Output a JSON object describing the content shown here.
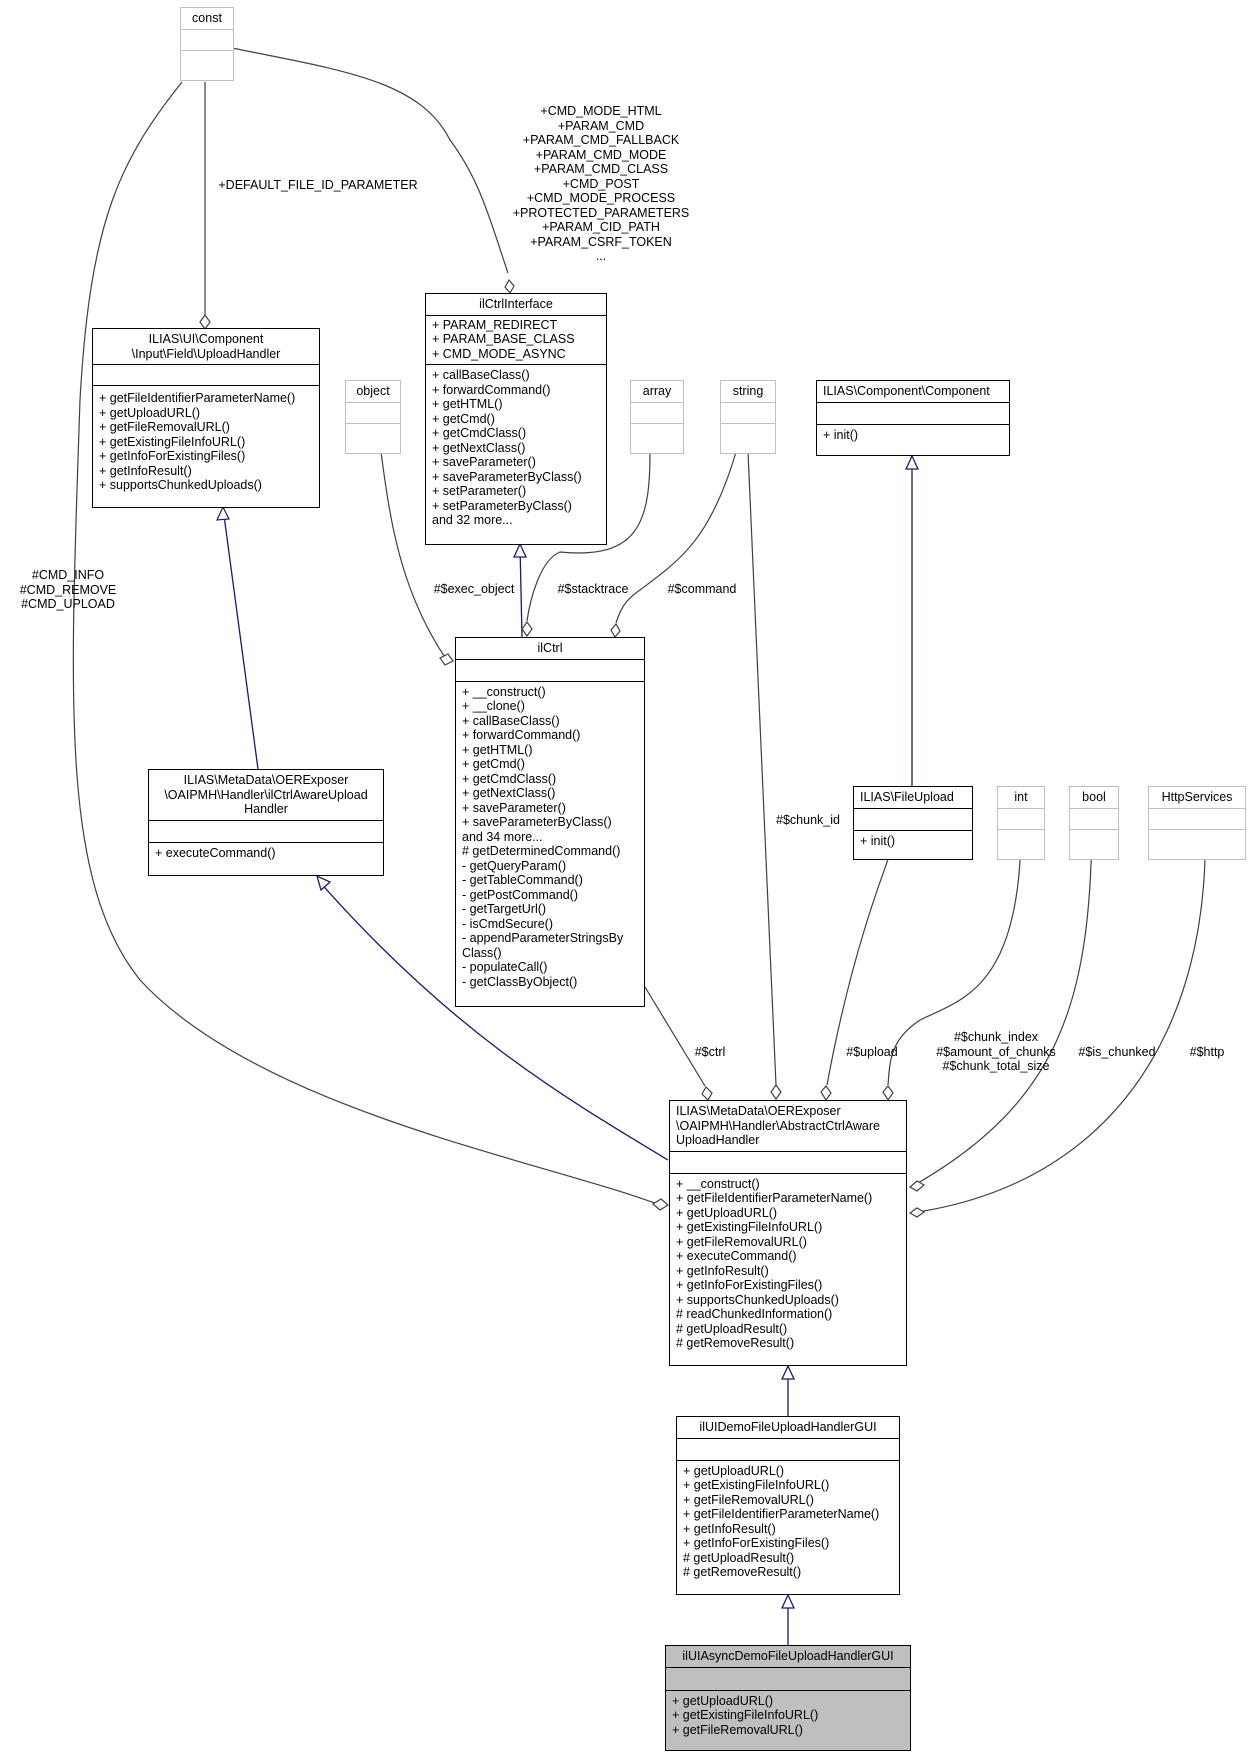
{
  "diagram": {
    "classes": [
      {
        "id": "const",
        "name": "const",
        "primitive": true,
        "attributes": [],
        "methods": []
      },
      {
        "id": "uploadhandler",
        "name": "ILIAS\\UI\\Component\n\\Input\\Field\\UploadHandler",
        "attributes": [],
        "methods": [
          "+ getFileIdentifierParameterName()",
          "+ getUploadURL()",
          "+ getFileRemovalURL()",
          "+ getExistingFileInfoURL()",
          "+ getInfoForExistingFiles()",
          "+ getInfoResult()",
          "+ supportsChunkedUploads()"
        ]
      },
      {
        "id": "ilctrlinterface",
        "name": "ilCtrlInterface",
        "attributes": [
          "+ PARAM_REDIRECT",
          "+ PARAM_BASE_CLASS",
          "+ CMD_MODE_ASYNC"
        ],
        "methods": [
          "+ callBaseClass()",
          "+ forwardCommand()",
          "+ getHTML()",
          "+ getCmd()",
          "+ getCmdClass()",
          "+ getNextClass()",
          "+ saveParameter()",
          "+ saveParameterByClass()",
          "+ setParameter()",
          "+ setParameterByClass()",
          "and 32 more..."
        ]
      },
      {
        "id": "object",
        "name": "object",
        "primitive": true,
        "attributes": [],
        "methods": []
      },
      {
        "id": "array",
        "name": "array",
        "primitive": true,
        "attributes": [],
        "methods": []
      },
      {
        "id": "string",
        "name": "string",
        "primitive": true,
        "attributes": [],
        "methods": []
      },
      {
        "id": "component",
        "name": "ILIAS\\Component\\Component",
        "attributes": [],
        "methods": [
          "+ init()"
        ]
      },
      {
        "id": "ilctrl",
        "name": "ilCtrl",
        "attributes": [],
        "methods": [
          "+ __construct()",
          "+ __clone()",
          "+ callBaseClass()",
          "+ forwardCommand()",
          "+ getHTML()",
          "+ getCmd()",
          "+ getCmdClass()",
          "+ getNextClass()",
          "+ saveParameter()",
          "+ saveParameterByClass()",
          "and 34 more...",
          "# getDeterminedCommand()",
          "- getQueryParam()",
          "- getTableCommand()",
          "- getPostCommand()",
          "- getTargetUrl()",
          "- isCmdSecure()",
          "- appendParameterStringsBy\nClass()",
          "- populateCall()",
          "- getClassByObject()"
        ]
      },
      {
        "id": "ctrlawareupload",
        "name": "ILIAS\\MetaData\\OERExposer\n\\OAIPMH\\Handler\\ilCtrlAwareUpload\nHandler",
        "center": true,
        "attributes": [],
        "methods": [
          "+ executeCommand()"
        ]
      },
      {
        "id": "fileupload",
        "name": "ILIAS\\FileUpload",
        "attributes": [],
        "methods": [
          "+ init()"
        ]
      },
      {
        "id": "int",
        "name": "int",
        "primitive": true,
        "attributes": [],
        "methods": []
      },
      {
        "id": "bool",
        "name": "bool",
        "primitive": true,
        "attributes": [],
        "methods": []
      },
      {
        "id": "httpservices",
        "name": "HttpServices",
        "primitive": true,
        "attributes": [],
        "methods": []
      },
      {
        "id": "abstract",
        "name": "ILIAS\\MetaData\\OERExposer\n\\OAIPMH\\Handler\\AbstractCtrlAware\nUploadHandler",
        "center": true,
        "attributes": [],
        "methods": [
          "+ __construct()",
          "+ getFileIdentifierParameterName()",
          "+ getUploadURL()",
          "+ getExistingFileInfoURL()",
          "+ getFileRemovalURL()",
          "+ executeCommand()",
          "+ getInfoResult()",
          "+ getInfoForExistingFiles()",
          "+ supportsChunkedUploads()",
          "# readChunkedInformation()",
          "# getUploadResult()",
          "# getRemoveResult()"
        ]
      },
      {
        "id": "demo",
        "name": "ilUIDemoFileUploadHandlerGUI",
        "attributes": [],
        "methods": [
          "+ getUploadURL()",
          "+ getExistingFileInfoURL()",
          "+ getFileRemovalURL()",
          "+ getFileIdentifierParameterName()",
          "+ getInfoResult()",
          "+ getInfoForExistingFiles()",
          "# getUploadResult()",
          "# getRemoveResult()"
        ]
      },
      {
        "id": "asyncdemo",
        "name": "ilUIAsyncDemoFileUploadHandlerGUI",
        "highlight": true,
        "attributes": [],
        "methods": [
          "+ getUploadURL()",
          "+ getExistingFileInfoURL()",
          "+ getFileRemovalURL()"
        ]
      }
    ],
    "edge_labels": {
      "default_file_id": "+DEFAULT_FILE_ID_PARAMETER",
      "cmd_consts": "+CMD_MODE_HTML\n+PARAM_CMD\n+PARAM_CMD_FALLBACK\n+PARAM_CMD_MODE\n+PARAM_CMD_CLASS\n+CMD_POST\n+CMD_MODE_PROCESS\n+PROTECTED_PARAMETERS\n+PARAM_CID_PATH\n+PARAM_CSRF_TOKEN\n...",
      "cmd_info": "#CMD_INFO\n#CMD_REMOVE\n#CMD_UPLOAD",
      "exec_object": "#$exec_object",
      "stacktrace": "#$stacktrace",
      "command": "#$command",
      "chunk_id": "#$chunk_id",
      "ctrl": "#$ctrl",
      "upload": "#$upload",
      "chunk_index": "#$chunk_index\n#$amount_of_chunks\n#$chunk_total_size",
      "is_chunked": "#$is_chunked",
      "http": "#$http"
    },
    "colors": {
      "inheritance": "#191970",
      "association": "#404040",
      "primitive_border": "#bfbfbf",
      "highlight": "#bfbfbf"
    }
  }
}
